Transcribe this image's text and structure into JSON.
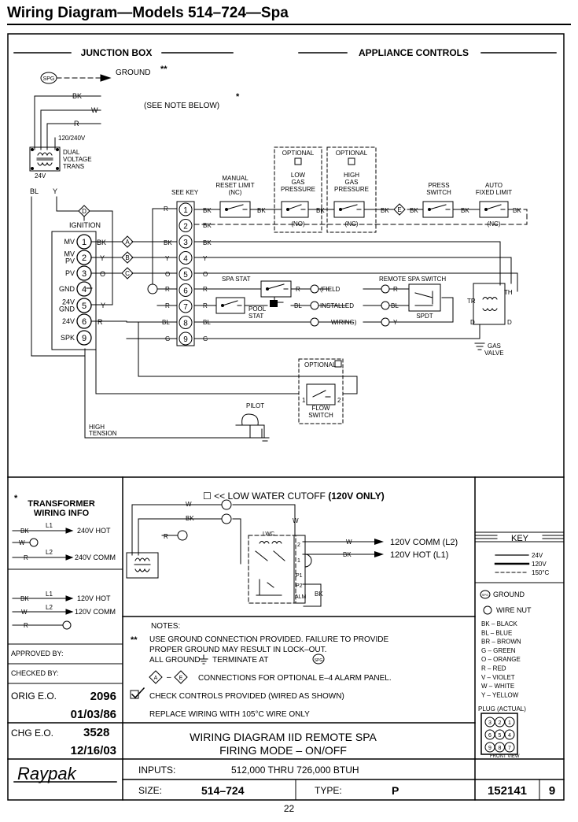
{
  "title": "Wiring Diagram—Models 514–724—Spa",
  "page_number": "22",
  "headers": {
    "junction_box": "JUNCTION BOX",
    "appliance_controls": "APPLIANCE CONTROLS"
  },
  "ground_label": "GROUND",
  "double_star": "**",
  "single_star": "*",
  "see_note": "(SEE NOTE BELOW)",
  "spg": "SPG",
  "voltage_label": "120/240V",
  "transformer_label": [
    "DUAL",
    "VOLTAGE",
    "TRANS"
  ],
  "v24": "24V",
  "wires": {
    "bk": "BK",
    "w": "W",
    "r": "R",
    "bl": "BL",
    "y": "Y",
    "o": "O",
    "g": "G"
  },
  "ignition_label": "IGNITION",
  "ignition_pins": [
    {
      "label": "MV",
      "num": "1"
    },
    {
      "label": "MV\nPV",
      "num": "2"
    },
    {
      "label": "PV",
      "num": "3"
    },
    {
      "label": "GND",
      "num": "4"
    },
    {
      "label": "24V\nGND",
      "num": "5"
    },
    {
      "label": "24V",
      "num": "6"
    },
    {
      "label": "SPK",
      "num": "9"
    }
  ],
  "alarm_letters": [
    "A",
    "B",
    "C",
    "D",
    "E"
  ],
  "see_key": "SEE KEY",
  "terminal_numbers": [
    "1",
    "2",
    "3",
    "4",
    "5",
    "6",
    "7",
    "8",
    "9"
  ],
  "components": {
    "manual_reset": [
      "MANUAL",
      "RESET LIMIT",
      "(NC)"
    ],
    "optional": "OPTIONAL",
    "low_gas": [
      "LOW",
      "GAS",
      "PRESSURE"
    ],
    "high_gas": [
      "HIGH",
      "GAS",
      "PRESSURE"
    ],
    "no": "(NO)",
    "nc": "(NC)",
    "press_switch": [
      "PRESS",
      "SWITCH"
    ],
    "auto_fixed": [
      "AUTO",
      "FIXED LIMIT"
    ],
    "spa_stat": "SPA STAT",
    "pool_stat": [
      "POOL",
      "STAT"
    ],
    "field": "(FIELD",
    "installed": "INSTALLED",
    "wiring": "WIRING)",
    "remote_spa_switch": "REMOTE SPA SWITCH",
    "spdt": "SPDT",
    "tr": "TR",
    "th": "TH",
    "d": "D",
    "gas_valve": [
      "GAS",
      "VALVE"
    ],
    "flow_switch": [
      "FLOW",
      "SWITCH"
    ],
    "flow_pins": [
      "1",
      "2"
    ],
    "pilot": "PILOT",
    "high_tension": [
      "HIGH",
      "TENSION"
    ]
  },
  "transformer_info": {
    "star": "*",
    "title": [
      "TRANSFORMER",
      "WIRING INFO"
    ],
    "l1": "L1",
    "l2": "L2",
    "hot240": "240V HOT",
    "com240": "240V COMM",
    "hot120": "120V HOT",
    "com120": "120V COMM"
  },
  "lwc": {
    "title_prefix": "☐ << LOW WATER CUTOFF ",
    "title_bold": "(120V ONLY)",
    "label": "LWC",
    "pins": [
      "2",
      "1",
      "P1",
      "P2",
      "ALM"
    ],
    "comm": "120V COMM (L2)",
    "hot": "120V HOT (L1)"
  },
  "key_box": {
    "title": "KEY",
    "v24": "24V",
    "v120": "120V",
    "c150": "150°C",
    "ground": "GROUND",
    "wire_nut": "WIRE NUT",
    "colors": [
      "BK – BLACK",
      "BL – BLUE",
      "BR – BROWN",
      "G – GREEN",
      "O – ORANGE",
      "R – RED",
      "V – VIOLET",
      "W – WHITE",
      "Y – YELLOW"
    ],
    "plug_title": "PLUG (ACTUAL)",
    "plug_pins": [
      "3",
      "2",
      "1",
      "6",
      "5",
      "4",
      "9",
      "8",
      "7"
    ],
    "front_view": "FRONT VIEW"
  },
  "notes": {
    "heading": "NOTES:",
    "line1": "USE GROUND CONNECTION PROVIDED. FAILURE TO PROVIDE",
    "line2": "PROPER GROUND MAY RESULT IN LOCK–OUT.",
    "line3_pre": "ALL GROUND",
    "line3_post": "TERMINATE AT",
    "line4_pre": "–",
    "line4_post": "CONNECTIONS FOR OPTIONAL E–4 ALARM PANEL.",
    "line5": "CHECK CONTROLS PROVIDED (WIRED AS SHOWN)",
    "line6": "REPLACE WIRING WITH 105°C WIRE ONLY"
  },
  "title_block": {
    "approved": "APPROVED BY:",
    "checked": "CHECKED BY:",
    "orig_label": "ORIG E.O.",
    "orig_value": "2096",
    "orig_date": "01/03/86",
    "chg_label": "CHG E.O.",
    "chg_value": "3528",
    "chg_date": "12/16/03",
    "brand": "Raypak",
    "main_title_1": "WIRING DIAGRAM IID REMOTE SPA",
    "main_title_2": "FIRING MODE – ON/OFF",
    "inputs_label": "INPUTS:",
    "inputs_value": "512,000 THRU 726,000 BTUH",
    "size_label": "SIZE:",
    "size_value": "514–724",
    "type_label": "TYPE:",
    "type_value": "P",
    "drawing_no": "152141",
    "revision": "9"
  }
}
